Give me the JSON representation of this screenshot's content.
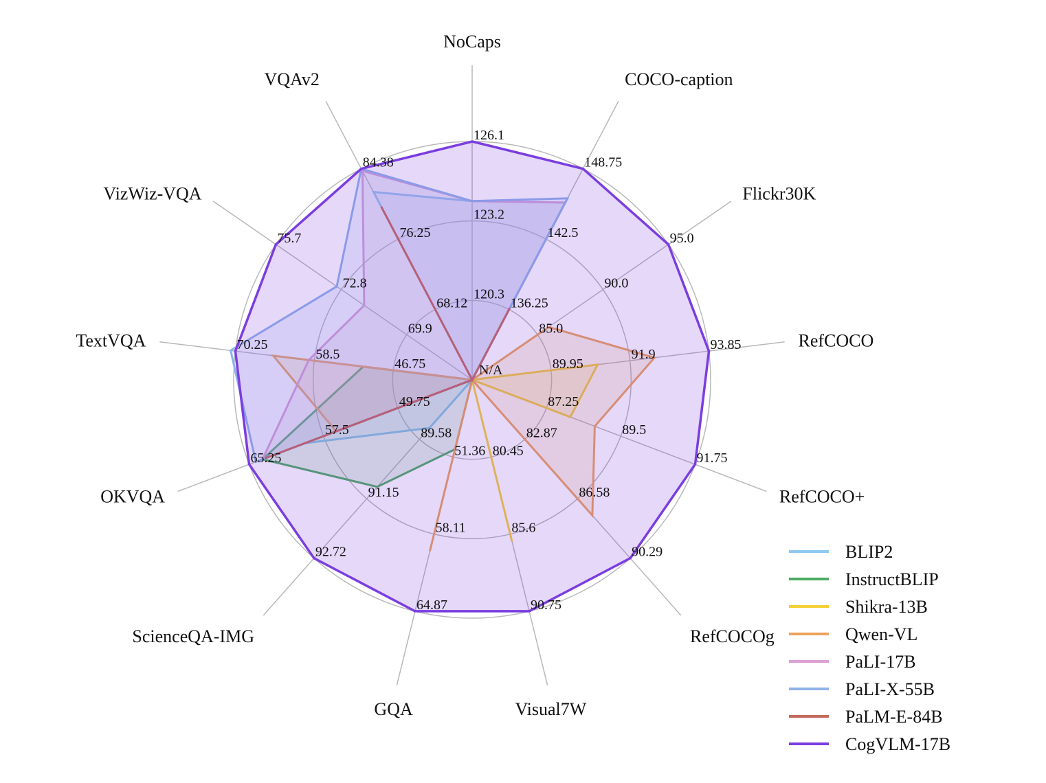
{
  "chart_data": {
    "type": "radar",
    "title": "",
    "axes": [
      {
        "name": "NoCaps",
        "ticks": [
          "120.3",
          "123.2",
          "126.1"
        ]
      },
      {
        "name": "COCO-caption",
        "ticks": [
          "136.25",
          "142.5",
          "148.75"
        ]
      },
      {
        "name": "Flickr30K",
        "ticks": [
          "85.0",
          "90.0",
          "95.0"
        ]
      },
      {
        "name": "RefCOCO",
        "ticks": [
          "89.95",
          "91.9",
          "93.85"
        ]
      },
      {
        "name": "RefCOCO+",
        "ticks": [
          "87.25",
          "89.5",
          "91.75"
        ]
      },
      {
        "name": "RefCOCOg",
        "ticks": [
          "82.87",
          "86.58",
          "90.29"
        ]
      },
      {
        "name": "Visual7W",
        "ticks": [
          "80.45",
          "85.6",
          "90.75"
        ]
      },
      {
        "name": "GQA",
        "ticks": [
          "51.36",
          "58.11",
          "64.87"
        ]
      },
      {
        "name": "ScienceQA-IMG",
        "ticks": [
          "89.58",
          "91.15",
          "92.72"
        ]
      },
      {
        "name": "OKVQA",
        "ticks": [
          "49.75",
          "57.5",
          "65.25"
        ]
      },
      {
        "name": "TextVQA",
        "ticks": [
          "46.75",
          "58.5",
          "70.25"
        ]
      },
      {
        "name": "VizWiz-VQA",
        "ticks": [
          "69.9",
          "72.8",
          "75.7"
        ]
      },
      {
        "name": "VQAv2",
        "ticks": [
          "68.12",
          "76.25",
          "84.38"
        ]
      }
    ],
    "center_label": "N/A",
    "series": [
      {
        "name": "BLIP2",
        "color": "#8ec9f2",
        "values": [
          0.75,
          0.84,
          0,
          0,
          0,
          0,
          0,
          0,
          0.27,
          0.75,
          0,
          0,
          0.89
        ]
      },
      {
        "name": "InstructBLIP",
        "color": "#4eab62",
        "values": [
          0,
          0,
          0,
          0,
          0,
          0,
          0,
          0.3,
          0.6,
          0.94,
          0.46,
          0,
          0
        ]
      },
      {
        "name": "Shikra-13B",
        "color": "#f5d138",
        "values": [
          0,
          0,
          0,
          0.53,
          0.44,
          0,
          0.7,
          0,
          0,
          0,
          0,
          0,
          0
        ]
      },
      {
        "name": "Qwen-VL",
        "color": "#eea25a",
        "values": [
          0,
          0,
          0.39,
          0.77,
          0.55,
          0.76,
          0,
          0.74,
          0,
          0.61,
          0.84,
          0,
          0
        ]
      },
      {
        "name": "PaLI-17B",
        "color": "#dca0d6",
        "values": [
          0.75,
          0.84,
          0,
          0,
          0,
          0,
          0,
          0,
          0,
          0.94,
          0.69,
          0.55,
          0.99
        ]
      },
      {
        "name": "PaLI-X-55B",
        "color": "#8fb2ea",
        "values": [
          0.75,
          0.86,
          0,
          0,
          0,
          0,
          0,
          0,
          0,
          0.97,
          1.02,
          0.69,
          1.0
        ]
      },
      {
        "name": "PaLM-E-84B",
        "color": "#c56a5e",
        "values": [
          0,
          0.34,
          0,
          0,
          0,
          0,
          0,
          0,
          0,
          0.93,
          0,
          0,
          0.82
        ]
      },
      {
        "name": "CogVLM-17B",
        "color": "#7b3de0",
        "values": [
          1,
          1,
          1,
          1,
          1,
          1,
          1,
          1,
          1,
          1,
          1,
          1,
          1
        ]
      }
    ],
    "legend_position": "bottom-right",
    "grid": true
  }
}
